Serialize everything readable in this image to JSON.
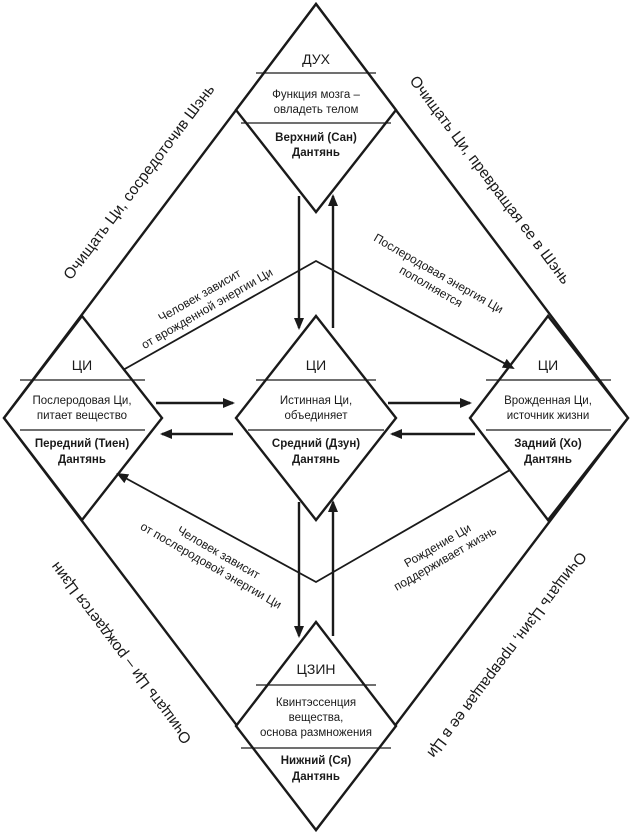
{
  "nodes": {
    "top": {
      "title": "ДУХ",
      "desc_1": "Функция мозга –",
      "desc_2": "овладеть телом",
      "center_1": "Верхний (Сан)",
      "center_2": "Дантянь"
    },
    "left": {
      "title": "ЦИ",
      "desc_1": "Послеродовая Ци,",
      "desc_2": "питает вещество",
      "center_1": "Передний (Тиен)",
      "center_2": "Дантянь"
    },
    "middle": {
      "title": "ЦИ",
      "desc_1": "Истинная Ци,",
      "desc_2": "объединяет",
      "center_1": "Средний (Дзун)",
      "center_2": "Дантянь"
    },
    "right": {
      "title": "ЦИ",
      "desc_1": "Врожденная Ци,",
      "desc_2": "источник жизни",
      "center_1": "Задний (Хо)",
      "center_2": "Дантянь"
    },
    "bottom": {
      "title": "ЦЗИН",
      "desc_1": "Квинтэссенция",
      "desc_2": "вещества,",
      "desc_3": "основа размножения",
      "center_1": "Нижний (Ся)",
      "center_2": "Дантянь"
    }
  },
  "edge_labels": {
    "upper_left_1": "Человек зависит",
    "upper_left_2": "от врожденной энергии Ци",
    "upper_right_1": "Послеродовая энергия Ци",
    "upper_right_2": "пополняется",
    "lower_left_1": "Человек зависит",
    "lower_left_2": "от послеродовой энергии Ци",
    "lower_right_1": "Рождение Ци",
    "lower_right_2": "поддерживает жизнь"
  },
  "side_labels": {
    "top_left": "Очищать Ци, сосредоточив Шэнь",
    "top_right": "Очищать Ци, превращая ее в Шэнь",
    "bottom_left": "Очищать Ци – рождается Цзин",
    "bottom_right": "Очищать Цзин, превращая ее в Ци"
  },
  "colors": {
    "ink": "#1a1a1a",
    "background": "#ffffff"
  }
}
